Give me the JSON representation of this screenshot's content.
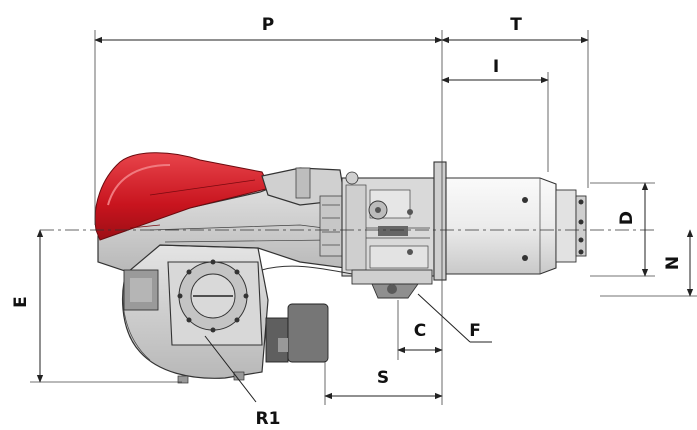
{
  "labels": {
    "P": "P",
    "T": "T",
    "I": "I",
    "D": "D",
    "N": "N",
    "E": "E",
    "C": "C",
    "F": "F",
    "S": "S",
    "R1": "R1"
  },
  "colors": {
    "cover_red": "#c8141e",
    "cover_highlight": "#e8444b",
    "body_grey": "#d6d6d6",
    "body_dark": "#8f8f8f",
    "tube_light": "#f0f0f0",
    "motor_grey": "#707070",
    "line": "#222222"
  },
  "icons": {
    "arrow_marker": "dimension-arrowhead"
  }
}
